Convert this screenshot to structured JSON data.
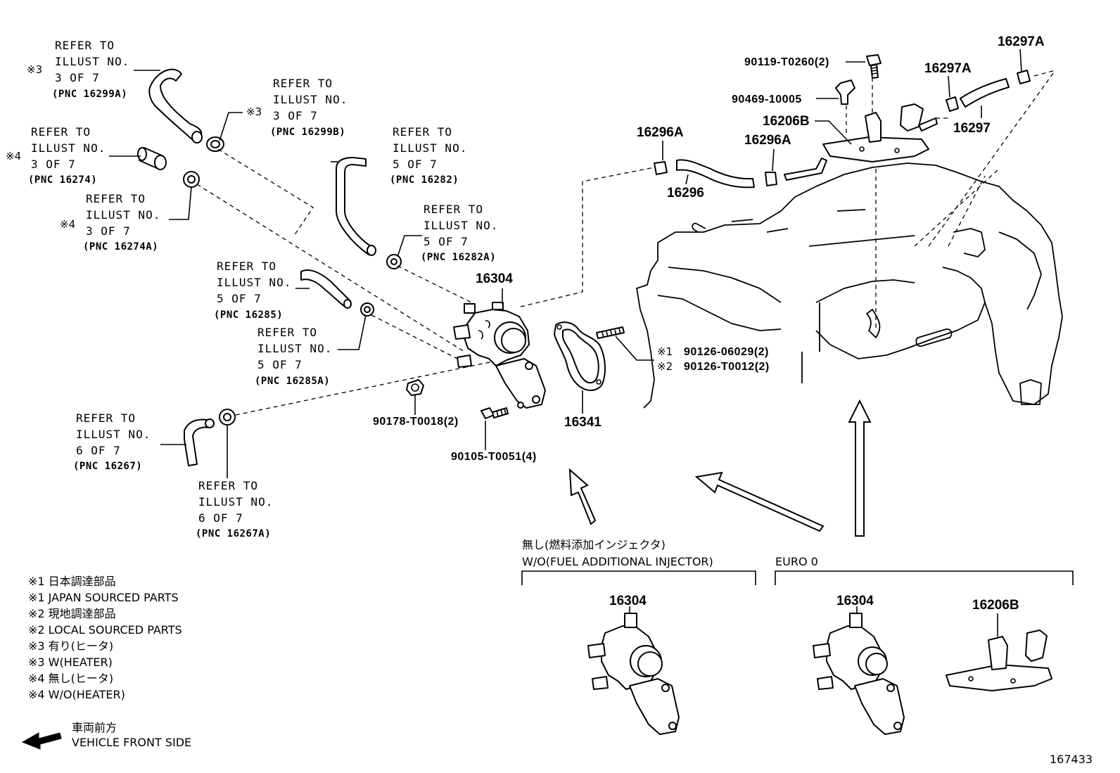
{
  "refs": {
    "r16299a": {
      "mark": "※3",
      "l1": "REFER TO",
      "l2": "ILLUST NO.",
      "l3": "3 OF 7",
      "pnc": "(PNC 16299A)"
    },
    "r16299b": {
      "mark": "※3",
      "l1": "REFER TO",
      "l2": "ILLUST NO.",
      "l3": "3 OF 7",
      "pnc": "(PNC 16299B)"
    },
    "r16274": {
      "mark": "※4",
      "l1": "REFER TO",
      "l2": "ILLUST NO.",
      "l3": "3 OF 7",
      "pnc": "(PNC 16274)"
    },
    "r16274a": {
      "mark": "※4",
      "l1": "REFER TO",
      "l2": "ILLUST NO.",
      "l3": "3 OF 7",
      "pnc": "(PNC 16274A)"
    },
    "r16282": {
      "l1": "REFER TO",
      "l2": "ILLUST NO.",
      "l3": "5 OF 7",
      "pnc": "(PNC 16282)"
    },
    "r16282a": {
      "l1": "REFER TO",
      "l2": "ILLUST NO.",
      "l3": "5 OF 7",
      "pnc": "(PNC 16282A)"
    },
    "r16285": {
      "l1": "REFER TO",
      "l2": "ILLUST NO.",
      "l3": "5 OF 7",
      "pnc": "(PNC 16285)"
    },
    "r16285a": {
      "l1": "REFER TO",
      "l2": "ILLUST NO.",
      "l3": "5 OF 7",
      "pnc": "(PNC 16285A)"
    },
    "r16267": {
      "l1": "REFER TO",
      "l2": "ILLUST NO.",
      "l3": "6 OF 7",
      "pnc": "(PNC 16267)"
    },
    "r16267a": {
      "l1": "REFER TO",
      "l2": "ILLUST NO.",
      "l3": "6 OF 7",
      "pnc": "(PNC 16267A)"
    }
  },
  "parts": {
    "p16304": "16304",
    "p16341": "16341",
    "p90178": "90178-T0018(2)",
    "p90105": "90105-T0051(4)",
    "p90126a_mark": "※1",
    "p90126a": "90126-06029(2)",
    "p90126b_mark": "※2",
    "p90126b": "90126-T0012(2)",
    "p16296a_1": "16296A",
    "p16296": "16296",
    "p16296a_2": "16296A",
    "p16206b": "16206B",
    "p90469": "90469-10005",
    "p90119": "90119-T0260(2)",
    "p16297a_1": "16297A",
    "p16297a_2": "16297A",
    "p16297": "16297"
  },
  "variants": {
    "wo_fuel_jp": "無し(燃料添加インジェクタ)",
    "wo_fuel_en": "W/O(FUEL ADDITIONAL INJECTOR)",
    "wo_fuel_part": "16304",
    "euro0": "EURO 0",
    "euro0_part1": "16304",
    "euro0_part2": "16206B"
  },
  "legend": [
    "※1 日本調達部品",
    "※1 JAPAN SOURCED PARTS",
    "※2 現地調達部品",
    "※2 LOCAL SOURCED PARTS",
    "※3 有り(ヒータ)",
    "※3 W(HEATER)",
    "※4 無し(ヒータ)",
    "※4 W/O(HEATER)"
  ],
  "front": {
    "jp": "車両前方",
    "en": "VEHICLE FRONT SIDE"
  },
  "illust_no": "167433"
}
